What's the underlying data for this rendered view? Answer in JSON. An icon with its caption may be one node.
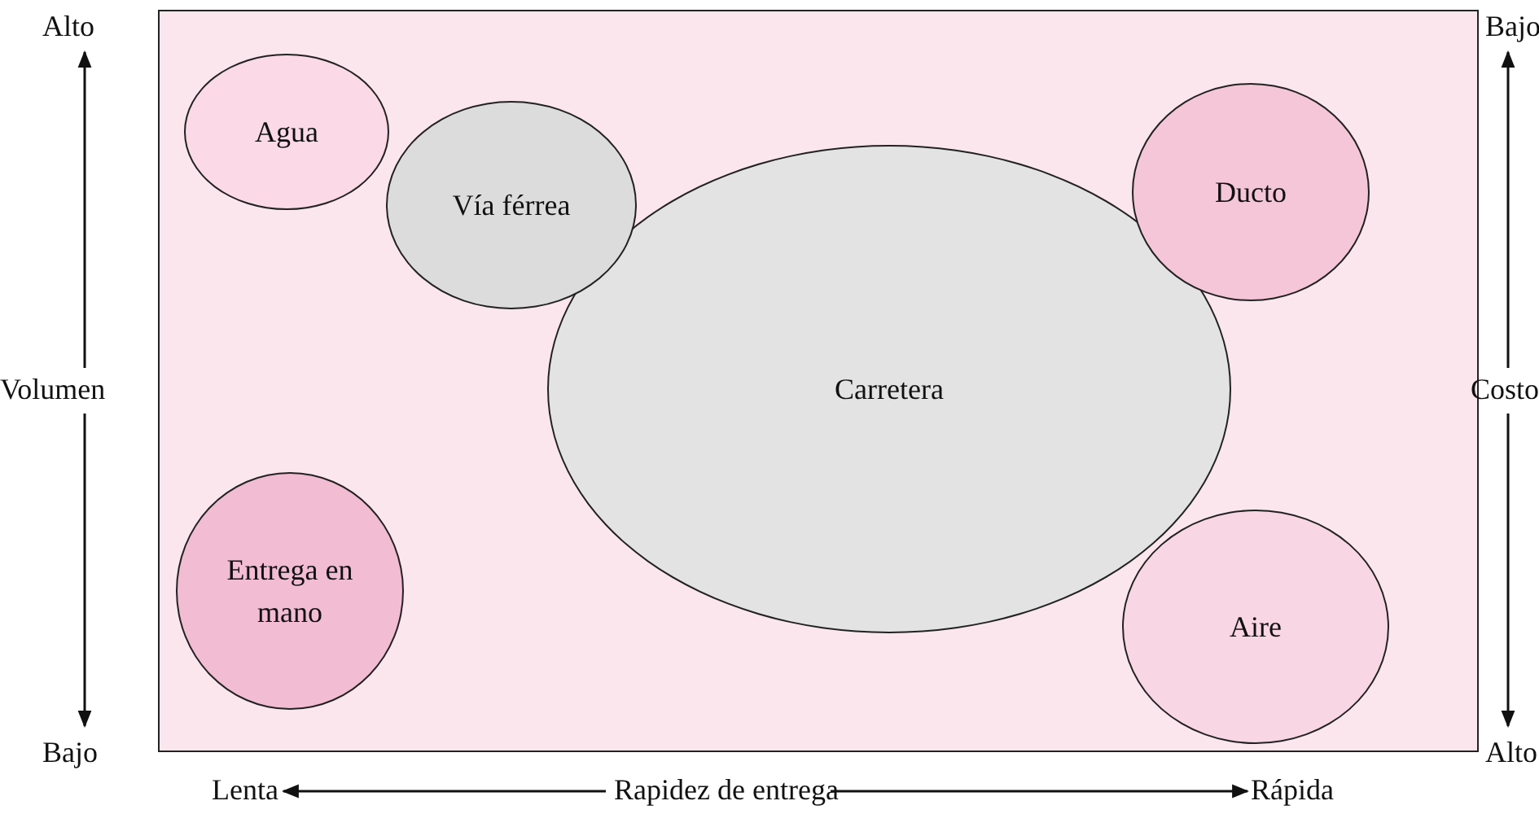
{
  "diagram": {
    "nodes": [
      {
        "text": [],
        "shape": "box"
      },
      {
        "text": [
          "Agua"
        ],
        "in": 0
      },
      {
        "text": [
          "Vía férrea"
        ],
        "in": 0
      },
      {
        "text": [
          "Ducto"
        ],
        "in": 0
      },
      {
        "text": [
          "Carretera"
        ],
        "in": 0
      },
      {
        "text": [
          "Aire"
        ],
        "in": 0
      },
      {
        "text": [
          "Entrega en mano"
        ],
        "in": 0
      }
    ],
    "edges": [],
    "labels": [
      "Alto",
      "Bajo",
      "Volumen",
      "Costo",
      "Bajo",
      "Alto",
      "Lenta",
      "Rapidez de entrega",
      "Rápida"
    ]
  }
}
